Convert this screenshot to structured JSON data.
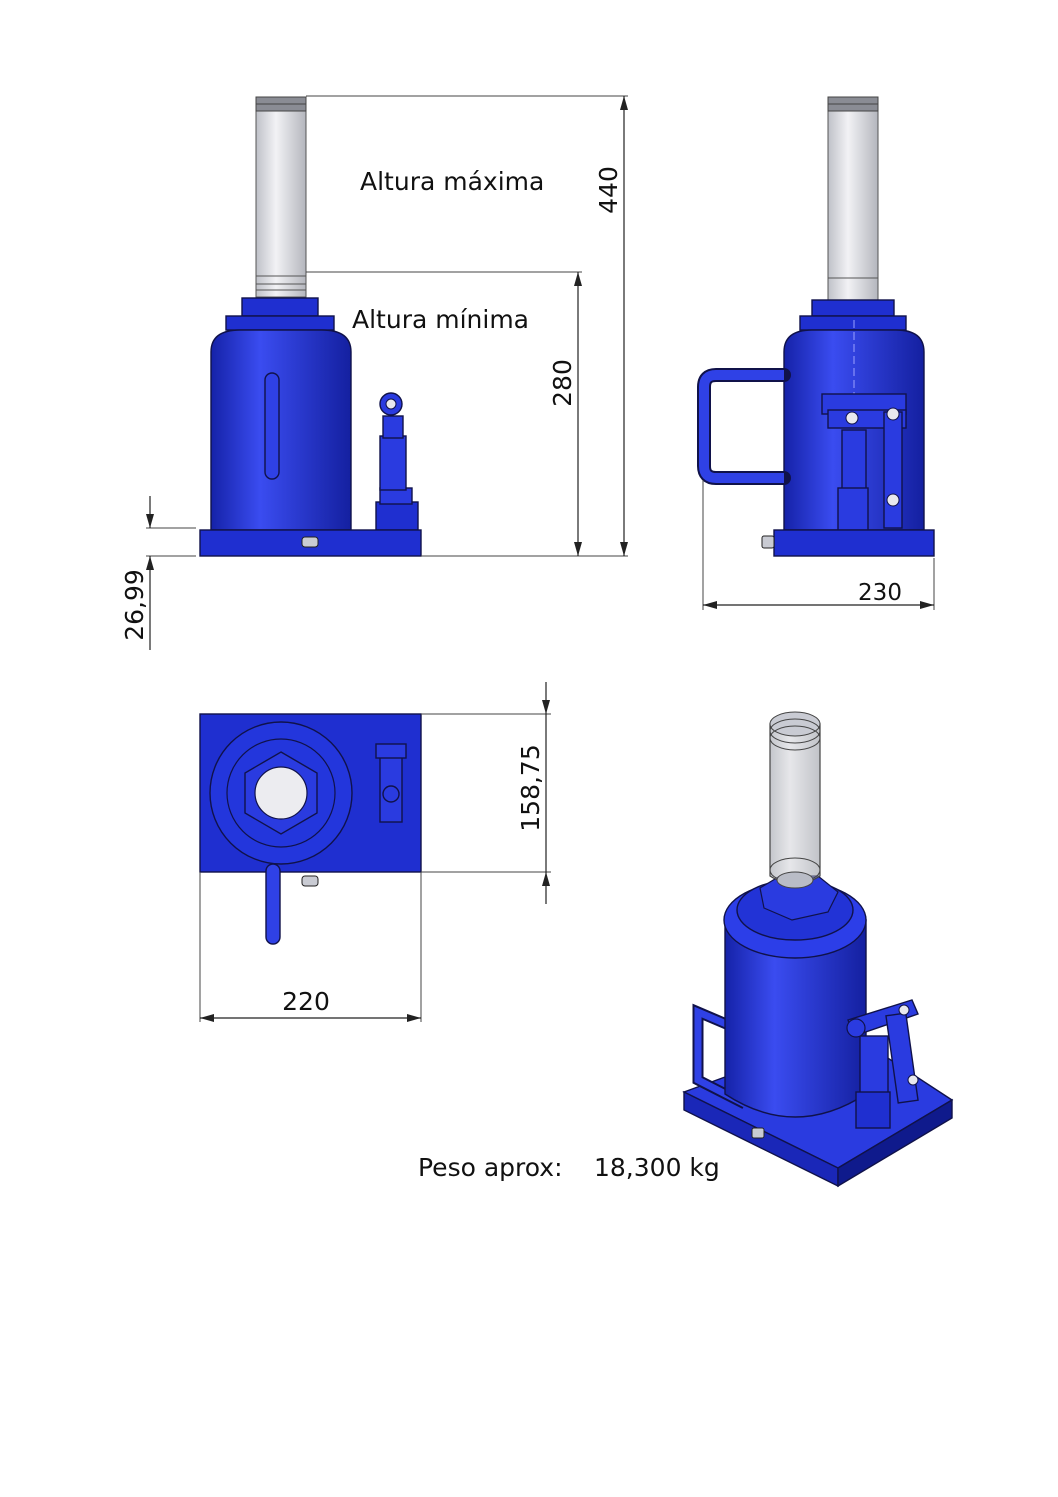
{
  "labels": {
    "max_height_label": "Altura máxima",
    "min_height_label": "Altura mínima",
    "weight_label": "Peso aprox:",
    "weight_value": "18,300 kg"
  },
  "dimensions": {
    "max_height": "440",
    "min_height": "280",
    "base_thickness": "26,99",
    "side_width": "230",
    "top_depth": "158,75",
    "front_width": "220"
  },
  "colors": {
    "body_blue": "#1f2fd0",
    "body_dark": "#0e168a",
    "ram_gray": "#dcdde2",
    "line": "#222222"
  }
}
